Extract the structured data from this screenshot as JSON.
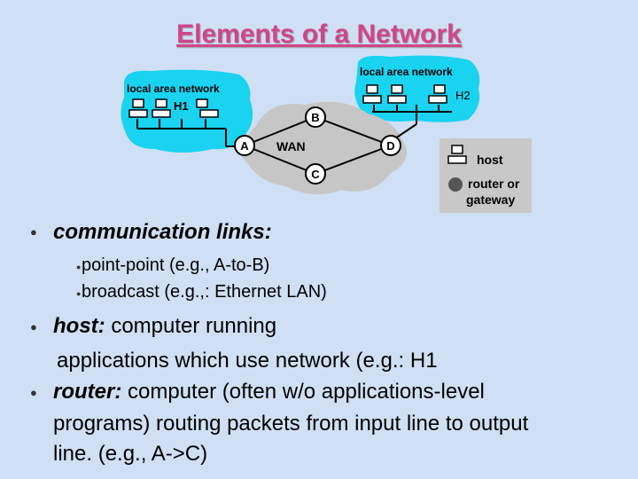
{
  "title": "Elements of a Network",
  "diagram": {
    "lan_left": {
      "label": "local area network",
      "host": "H1"
    },
    "lan_right": {
      "label": "local area network",
      "host": "H2"
    },
    "wan_label": "WAN",
    "routers": [
      "A",
      "B",
      "C",
      "D"
    ],
    "legend": {
      "host": "host",
      "router_line1": "router or",
      "router_line2": "gateway"
    },
    "colors": {
      "lan": "#19d3f0",
      "wan": "#c6c6c6",
      "legend_bg": "#c8c8c8"
    }
  },
  "bullets": {
    "links": {
      "label": "communication links:"
    },
    "sub": [
      "point-point (e.g., A-to-B)",
      "broadcast (e.g.,: Ethernet LAN)"
    ],
    "host": {
      "label": "host:",
      "text_line1": " computer running",
      "text_line2": "applications which use network (e.g.: H1"
    },
    "router": {
      "label": "router:",
      "text_line1": " computer (often w/o applications-level",
      "text_line2": "programs) routing packets from input line to output",
      "text_line3": "line. (e.g., A->C)"
    }
  }
}
